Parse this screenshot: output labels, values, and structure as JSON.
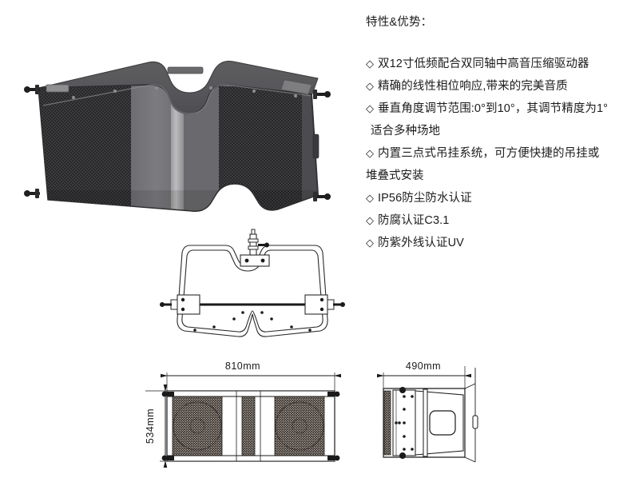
{
  "page": {
    "background_color": "#ffffff",
    "text_color": "#1c1c1c"
  },
  "features": {
    "title": "特性&优势：",
    "bullet_glyph": "◇",
    "items": [
      {
        "bullet": "◇",
        "text": "双12寸低频配合双同轴中高音压缩驱动器",
        "continuation": null
      },
      {
        "bullet": "◇",
        "text": "精确的线性相位响应,带来的完美音质",
        "continuation": null
      },
      {
        "bullet": "◇",
        "text": "垂直角度调节范围:0°到10°，其调节精度为1°",
        "continuation": "适合多种场地",
        "continuation_indent": "indent"
      },
      {
        "bullet": "◇",
        "text": "内置三点式吊挂系统，可方便快捷的吊挂或",
        "continuation": "堆叠式安装",
        "continuation_indent": "flush"
      },
      {
        "bullet": "◇",
        "text": "IP56防尘防水认证",
        "continuation": null
      },
      {
        "bullet": "◇",
        "text": "防腐认证C3.1",
        "continuation": null
      },
      {
        "bullet": "◇",
        "text": "防紫外线认证UV",
        "continuation": null
      }
    ]
  },
  "product_photo": {
    "name": "line-array-speaker-cabinet",
    "colors": {
      "top_face": "#5a5a5c",
      "top_face_light": "#686869",
      "grille_dark": "#3c3c3e",
      "mid_panel": "#76767a",
      "highlight_strip": "#b8b8ba",
      "end_panel": "#4a4a4c",
      "edge_dark": "#2b2b2d",
      "hardware": "#1f1f21"
    }
  },
  "flybar_drawing": {
    "name": "fly-frame-rigging-bracket-top-view",
    "stroke_color": "#2a2a2a"
  },
  "front_view": {
    "name": "speaker-front-view",
    "width_label": "810mm",
    "height_label": "534mm",
    "grille_color": "#3a322c",
    "stroke_color": "#1f1f1f"
  },
  "side_view": {
    "name": "speaker-side-view",
    "depth_label": "490mm",
    "grille_color": "#3a322c",
    "stroke_color": "#1f1f1f"
  }
}
